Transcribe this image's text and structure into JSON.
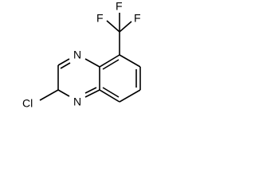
{
  "molecule": {
    "atoms": {
      "chlorine": "Cl",
      "nitrogen_top": "N",
      "nitrogen_bottom": "N",
      "fluorine_top": "F",
      "fluorine_left": "F",
      "fluorine_right": "F"
    }
  }
}
